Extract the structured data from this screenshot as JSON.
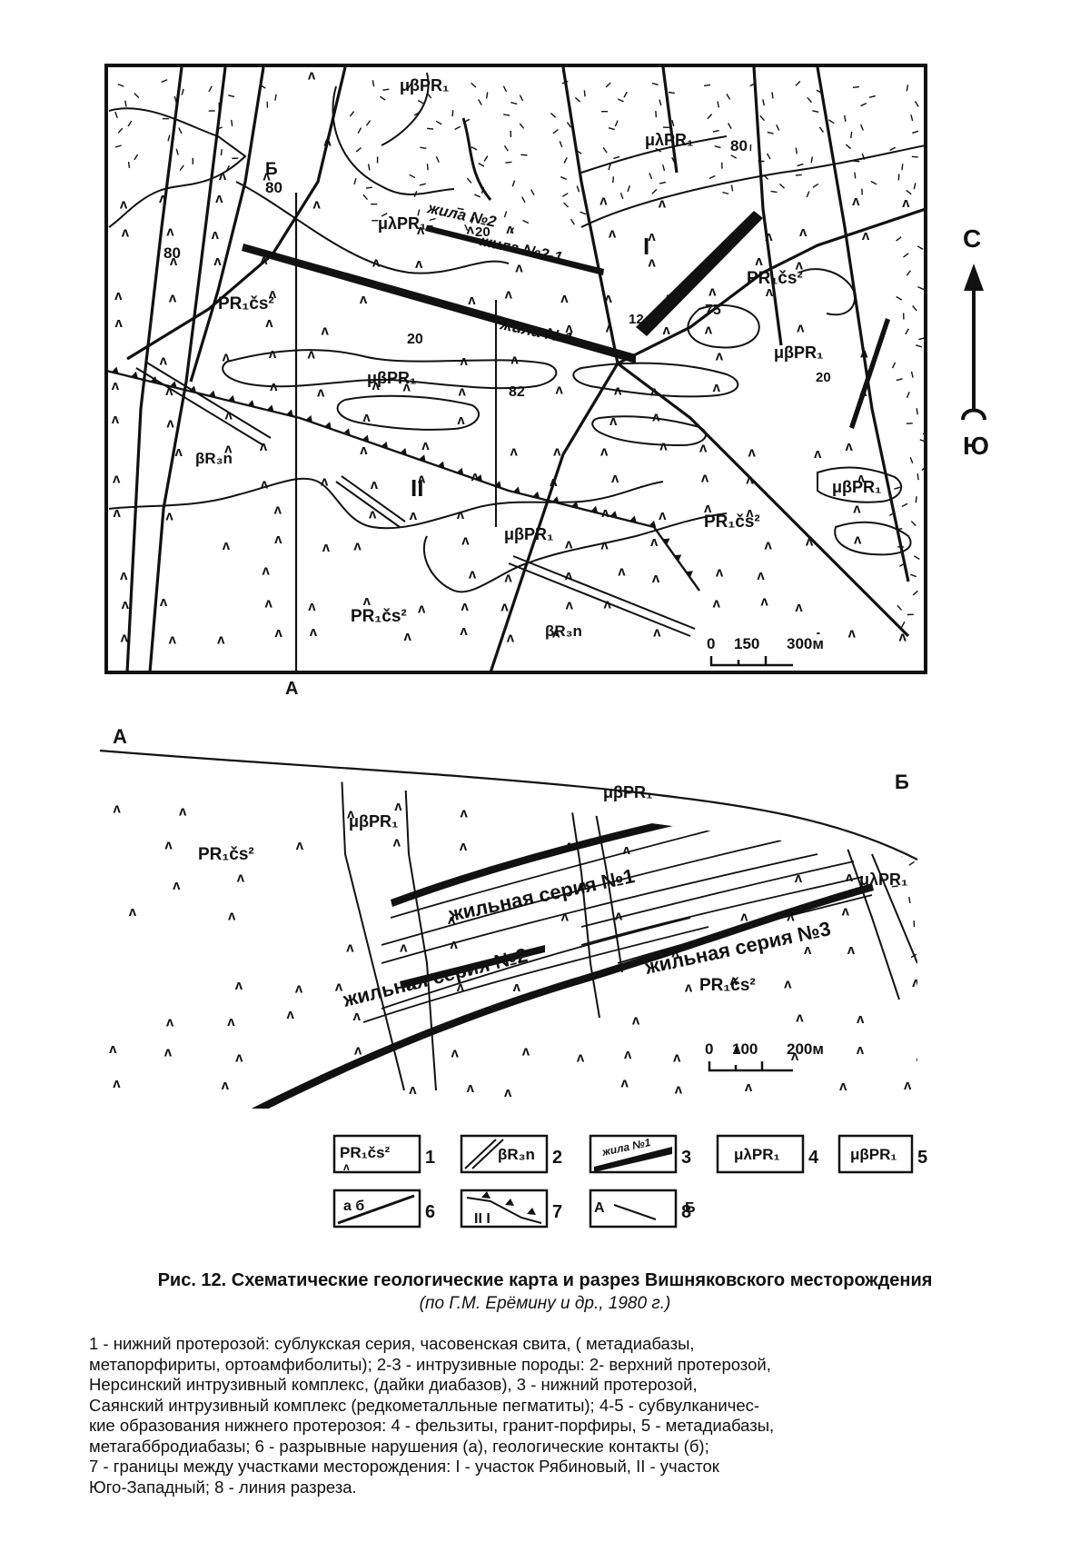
{
  "map": {
    "north_label": "С",
    "south_label": "Ю",
    "section_start_label": "А",
    "section_end_label": "Б",
    "scale": {
      "ticks": [
        "0",
        "150",
        "300м"
      ]
    },
    "area_labels": {
      "area1": "I",
      "area2": "II"
    },
    "unit_labels": {
      "metadiabase_top": "μβPR₁",
      "felsite_top": "μλPR₁",
      "felsite_mid": "μλPR₁",
      "chas_left": "PR₁čs²",
      "chas_right": "PR₁čs²",
      "metadiabase_center": "μβPR₁",
      "metadiabase_right": "μβPR₁",
      "dike_left": "βR₃n",
      "chas_lower_right": "PR₁čs²",
      "metadiabase_far_right": "μβPR₁",
      "metadiabase_bottom": "μβPR₁",
      "chas_bottom": "PR₁čs²",
      "dike_bottom": "βR₃n"
    },
    "vein_labels": {
      "v2": "жила №2",
      "v21": "жила №2-1",
      "v1": "жила №1"
    },
    "dip_values": {
      "d80_top": "80",
      "d80_left": "80",
      "d80_left2": "80",
      "d20_v2": "20",
      "d20_v1": "20",
      "d82": "82",
      "d12": "12",
      "d75": "75",
      "d20_right": "20"
    },
    "letter_labels": {
      "B": "Б"
    }
  },
  "section": {
    "end_labels": {
      "A": "А",
      "B": "Б"
    },
    "unit_labels": {
      "chas_left": "PR₁čs²",
      "metadiabase_1": "μβPR₁",
      "metadiabase_2": "μβPR₁",
      "felsite": "μλPR₁",
      "chas_right": "PR₁čs²"
    },
    "series_labels": {
      "s1": "жильная серия №1",
      "s2": "жильная серия №2",
      "s3": "жильная серия №3"
    },
    "scale": {
      "ticks": [
        "0",
        "100",
        "200м"
      ]
    }
  },
  "legend_boxes": [
    {
      "text": "PR₁čs²",
      "number": "1"
    },
    {
      "text": "βR₃n",
      "number": "2"
    },
    {
      "text": "жила №1",
      "number": "3"
    },
    {
      "text": "μλPR₁",
      "number": "4"
    },
    {
      "text": "μβPR₁",
      "number": "5"
    },
    {
      "text": "а  б",
      "number": "6"
    },
    {
      "text": "II  I",
      "number": "7"
    },
    {
      "text": "А  Б",
      "number": "8"
    }
  ],
  "caption": {
    "title": "Рис. 12. Схематические геологические карта и разрез Вишняковского месторождения",
    "subtitle": "(по Г.М. Ерёмину и др., 1980 г.)"
  },
  "legend_lines": [
    "1 - нижний протерозой: сублукская серия, часовенская свита, ( метадиабазы,",
    "метапорфириты, ортоамфиболиты); 2-3 - интрузивные породы: 2-  верхний протерозой,",
    "Нерсинский интрузивный комплекс, (дайки диабазов), 3 - нижний протерозой,",
    "Саянский интрузивный комплекс (редкометалльные пегматиты); 4-5 - субвулканичес-",
    "кие образования нижнего протерозоя: 4 - фельзиты, гранит-порфиры, 5 - метадиабазы,",
    "метагаббродиабазы; 6 - разрывные нарушения (а), геологические контакты (б);",
    "7 - границы между участками месторождения: I - участок Рябиновый, II - участок",
    "Юго-Западный; 8 - линия разреза."
  ]
}
